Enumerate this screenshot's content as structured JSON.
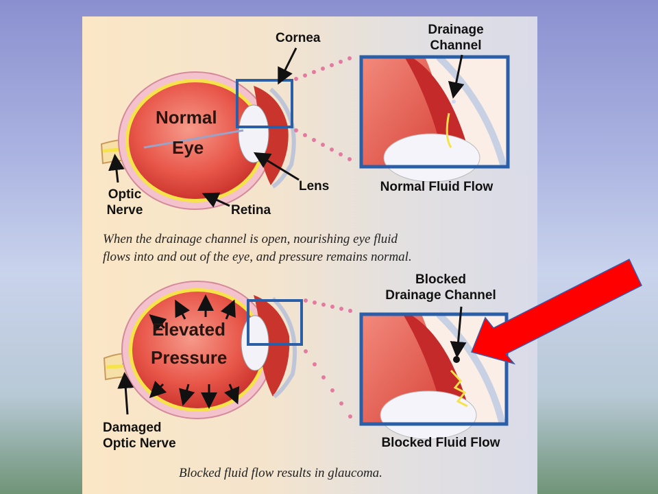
{
  "top": {
    "cornea_label": "Cornea",
    "drainage_label_line1": "Drainage",
    "drainage_label_line2": "Channel",
    "eye_word1": "Normal",
    "eye_word2": "Eye",
    "optic_label_line1": "Optic",
    "optic_label_line2": "Nerve",
    "lens_label": "Lens",
    "retina_label": "Retina",
    "flow_label": "Normal Fluid Flow",
    "caption_line1": "When the drainage channel is open, nourishing eye fluid",
    "caption_line2": "flows into and out of the eye, and pressure remains normal."
  },
  "bottom": {
    "blocked_label_line1": "Blocked",
    "blocked_label_line2": "Drainage Channel",
    "eye_word1": "Elevated",
    "eye_word2": "Pressure",
    "damaged_label_line1": "Damaged",
    "damaged_label_line2": "Optic Nerve",
    "flow_label": "Blocked Fluid Flow",
    "caption": "Blocked fluid flow results in glaucoma."
  },
  "colors": {
    "eye_red": "#e8574a",
    "eye_edge": "#b81e1e",
    "frame_blue": "#2a5fa8",
    "dot_pink": "#e57aa0",
    "arrow_red": "#ff0000",
    "nerve_yellow": "#f6e34a"
  }
}
